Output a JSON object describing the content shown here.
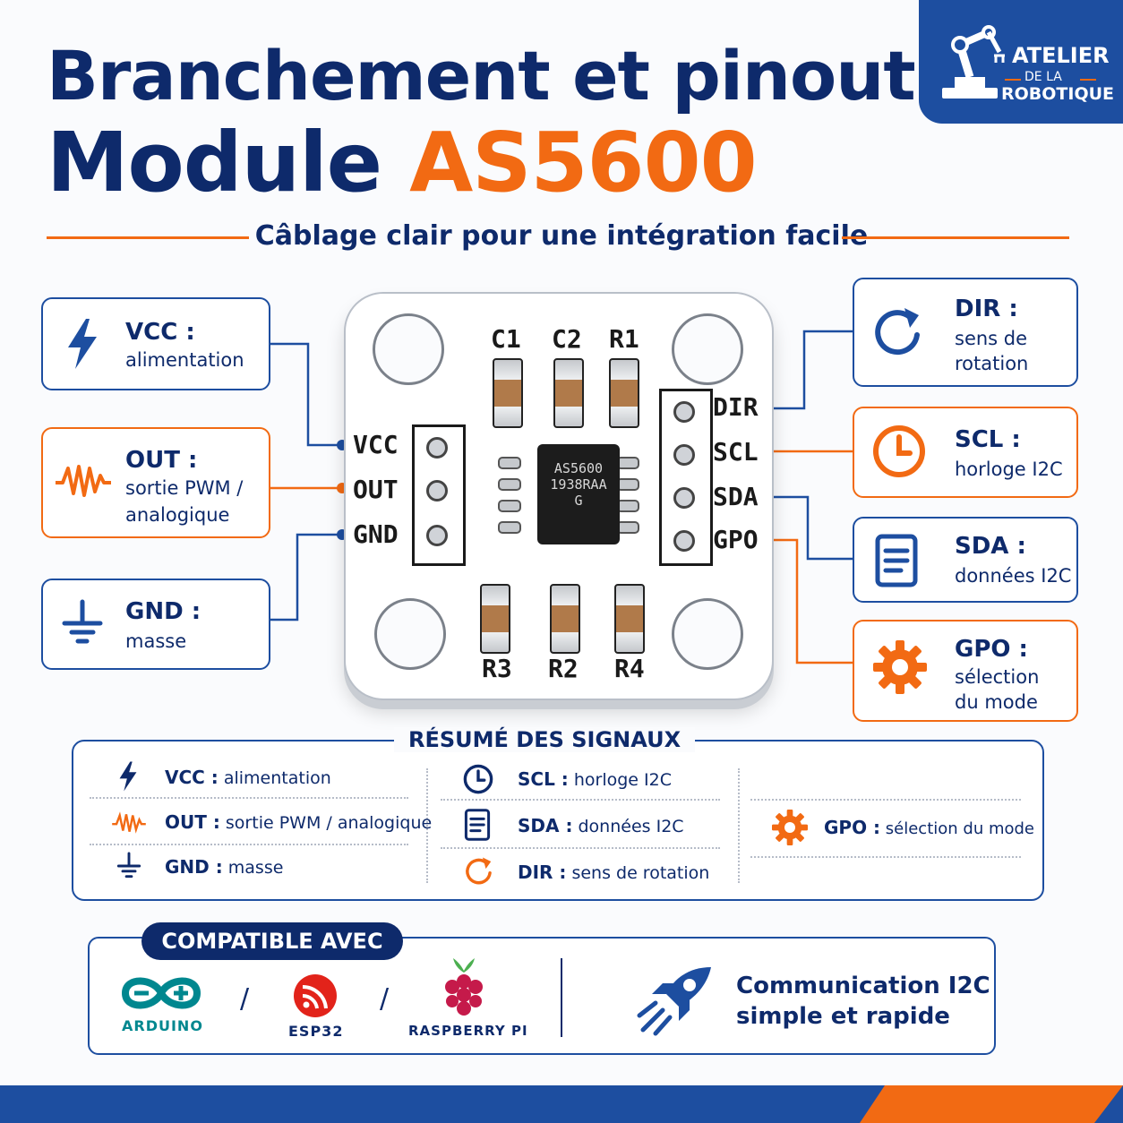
{
  "title": {
    "line1": "Branchement et pinout",
    "line2_prefix": "Module",
    "line2_highlight": "AS5600"
  },
  "subtitle": "Câblage clair pour une intégration facile",
  "logo": {
    "line1": "ATELIER",
    "line2": "DE LA",
    "line3": "ROBOTIQUE",
    "icon": "robot-arm-icon"
  },
  "colors": {
    "navy": "#0e2a6b",
    "blue": "#1d4ea0",
    "orange": "#f26a13"
  },
  "pins_left": [
    {
      "name": "VCC :",
      "desc": [
        "alimentation"
      ],
      "icon": "lightning-icon",
      "color": "blue"
    },
    {
      "name": "OUT :",
      "desc": [
        "sortie PWM /",
        "analogique"
      ],
      "icon": "wave-icon",
      "color": "orange"
    },
    {
      "name": "GND :",
      "desc": [
        "masse"
      ],
      "icon": "ground-icon",
      "color": "blue"
    }
  ],
  "pins_right": [
    {
      "name": "DIR :",
      "desc": [
        "sens de",
        "rotation"
      ],
      "icon": "rotate-icon",
      "color": "blue"
    },
    {
      "name": "SCL :",
      "desc": [
        "horloge I2C"
      ],
      "icon": "clock-icon",
      "color": "orange"
    },
    {
      "name": "SDA :",
      "desc": [
        "données I2C"
      ],
      "icon": "document-icon",
      "color": "blue"
    },
    {
      "name": "GPO :",
      "desc": [
        "sélection",
        "du mode"
      ],
      "icon": "gear-icon",
      "color": "orange"
    }
  ],
  "board": {
    "left_header": [
      "VCC",
      "OUT",
      "GND"
    ],
    "right_header": [
      "DIR",
      "SCL",
      "SDA",
      "GPO"
    ],
    "top_components": [
      "C1",
      "C2",
      "R1"
    ],
    "bottom_components": [
      "R3",
      "R2",
      "R4"
    ],
    "chip_lines": [
      "AS5600",
      "1938RAA",
      "G"
    ]
  },
  "summary": {
    "title": "RÉSUMÉ DES SIGNAUX",
    "col1": [
      {
        "name": "VCC :",
        "desc": "alimentation",
        "icon": "lightning-icon"
      },
      {
        "name": "OUT :",
        "desc": "sortie PWM / analogique",
        "icon": "wave-icon"
      },
      {
        "name": "GND :",
        "desc": "masse",
        "icon": "ground-icon"
      }
    ],
    "col2": [
      {
        "name": "SCL :",
        "desc": "horloge I2C",
        "icon": "clock-icon"
      },
      {
        "name": "SDA :",
        "desc": "données I2C",
        "icon": "document-icon"
      },
      {
        "name": "DIR :",
        "desc": "sens de rotation",
        "icon": "rotate-icon"
      }
    ],
    "col3": [
      {
        "name": "GPO :",
        "desc": "sélection du mode",
        "icon": "gear-icon"
      }
    ]
  },
  "compat": {
    "tag": "COMPATIBLE AVEC",
    "brands": [
      "ARDUINO",
      "ESP32",
      "RASPBERRY PI"
    ],
    "separator": "/",
    "note_line1": "Communication I2C",
    "note_line2": "simple et rapide",
    "note_icon": "rocket-icon"
  }
}
